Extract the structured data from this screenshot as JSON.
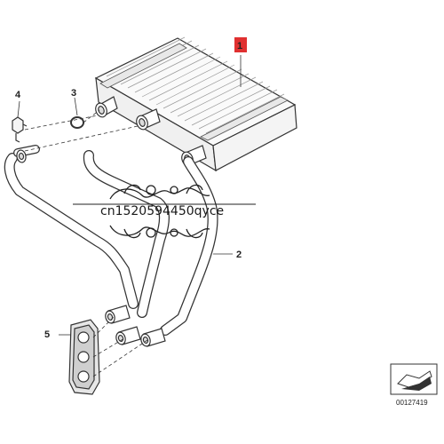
{
  "diagram": {
    "callouts": [
      {
        "id": "1",
        "label": "1"
      },
      {
        "id": "2",
        "label": "2"
      },
      {
        "id": "3",
        "label": "3"
      },
      {
        "id": "4",
        "label": "4"
      },
      {
        "id": "5",
        "label": "5"
      }
    ],
    "highlight_color": "#e03030",
    "watermark": "cn1520594450qyce",
    "reference_number": "00127419"
  }
}
